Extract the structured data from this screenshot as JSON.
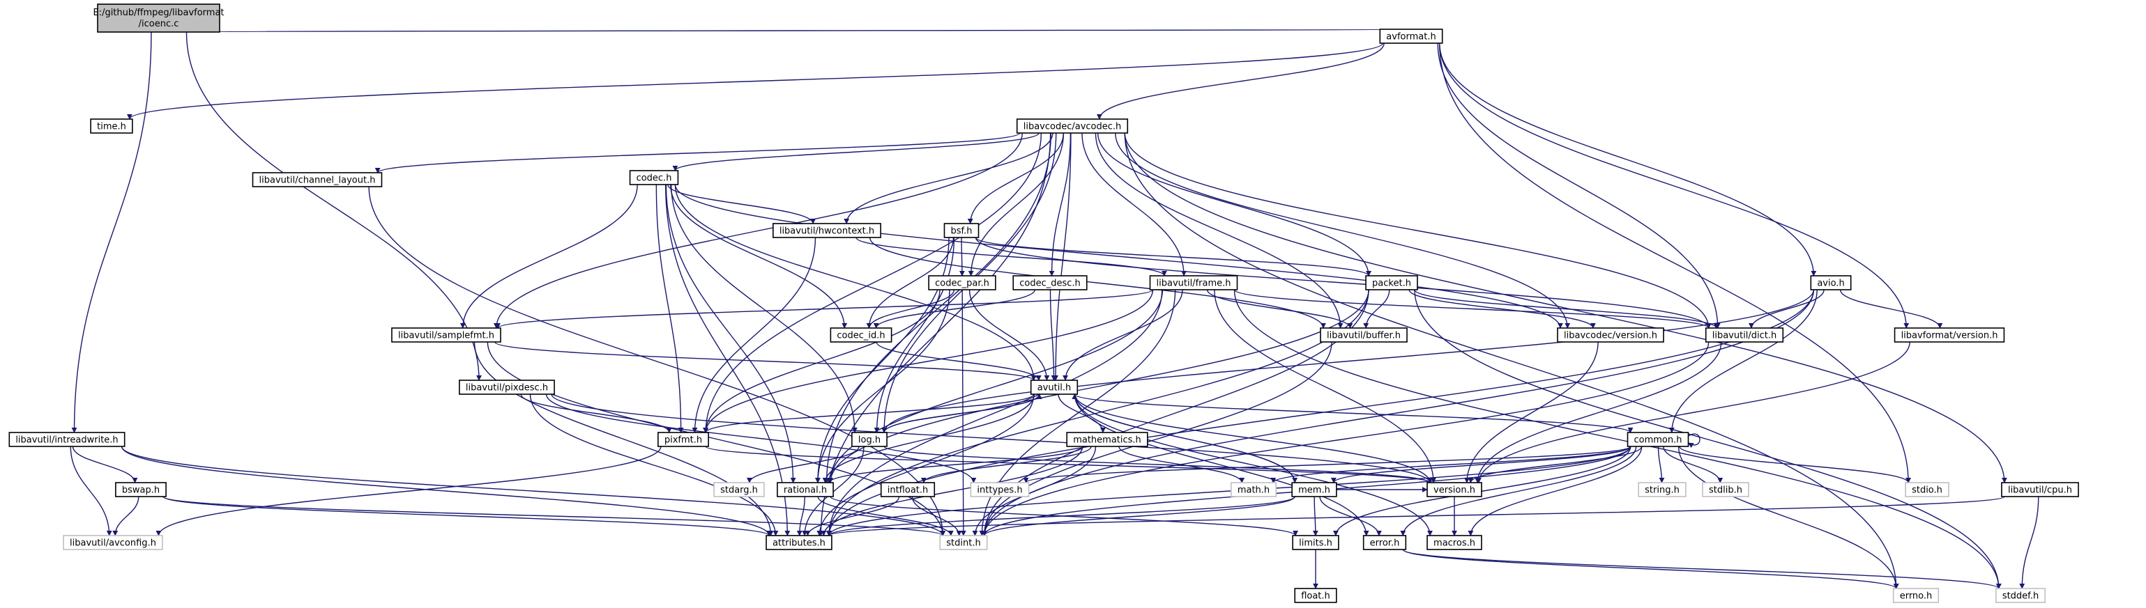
{
  "graph": {
    "root": {
      "line1": "E:/github/ffmpeg/libavformat",
      "line2": "/icoenc.c"
    },
    "nodes": {
      "avformat_h": "avformat.h",
      "time_h": "time.h",
      "avcodec_h": "libavcodec/avcodec.h",
      "channel_layout_h": "libavutil/channel_layout.h",
      "codec_h": "codec.h",
      "hwcontext_h": "libavutil/hwcontext.h",
      "bsf_h": "bsf.h",
      "codec_par_h": "codec_par.h",
      "codec_desc_h": "codec_desc.h",
      "frame_h": "libavutil/frame.h",
      "packet_h": "packet.h",
      "avio_h": "avio.h",
      "samplefmt_h": "libavutil/samplefmt.h",
      "codec_id_h": "codec_id.h",
      "buffer_h": "libavutil/buffer.h",
      "avcodec_version_h": "libavcodec/version.h",
      "dict_h": "libavutil/dict.h",
      "avformat_version_h": "libavformat/version.h",
      "pixdesc_h": "libavutil/pixdesc.h",
      "avutil_h": "avutil.h",
      "intreadwrite_h": "libavutil/intreadwrite.h",
      "pixfmt_h": "pixfmt.h",
      "log_h": "log.h",
      "mathematics_h": "mathematics.h",
      "common_h": "common.h",
      "bswap_h": "bswap.h",
      "stdarg_h": "stdarg.h",
      "rational_h": "rational.h",
      "intfloat_h": "intfloat.h",
      "inttypes_h": "inttypes.h",
      "math_h": "math.h",
      "mem_h": "mem.h",
      "version_h": "version.h",
      "string_h": "string.h",
      "stdlib_h": "stdlib.h",
      "stdio_h": "stdio.h",
      "cpu_h": "libavutil/cpu.h",
      "avconfig_h": "libavutil/avconfig.h",
      "attributes_h": "attributes.h",
      "stdint_h": "stdint.h",
      "limits_h": "limits.h",
      "error_h": "error.h",
      "macros_h": "macros.h",
      "errno_h": "errno.h",
      "stddef_h": "stddef.h",
      "float_h": "float.h"
    }
  }
}
